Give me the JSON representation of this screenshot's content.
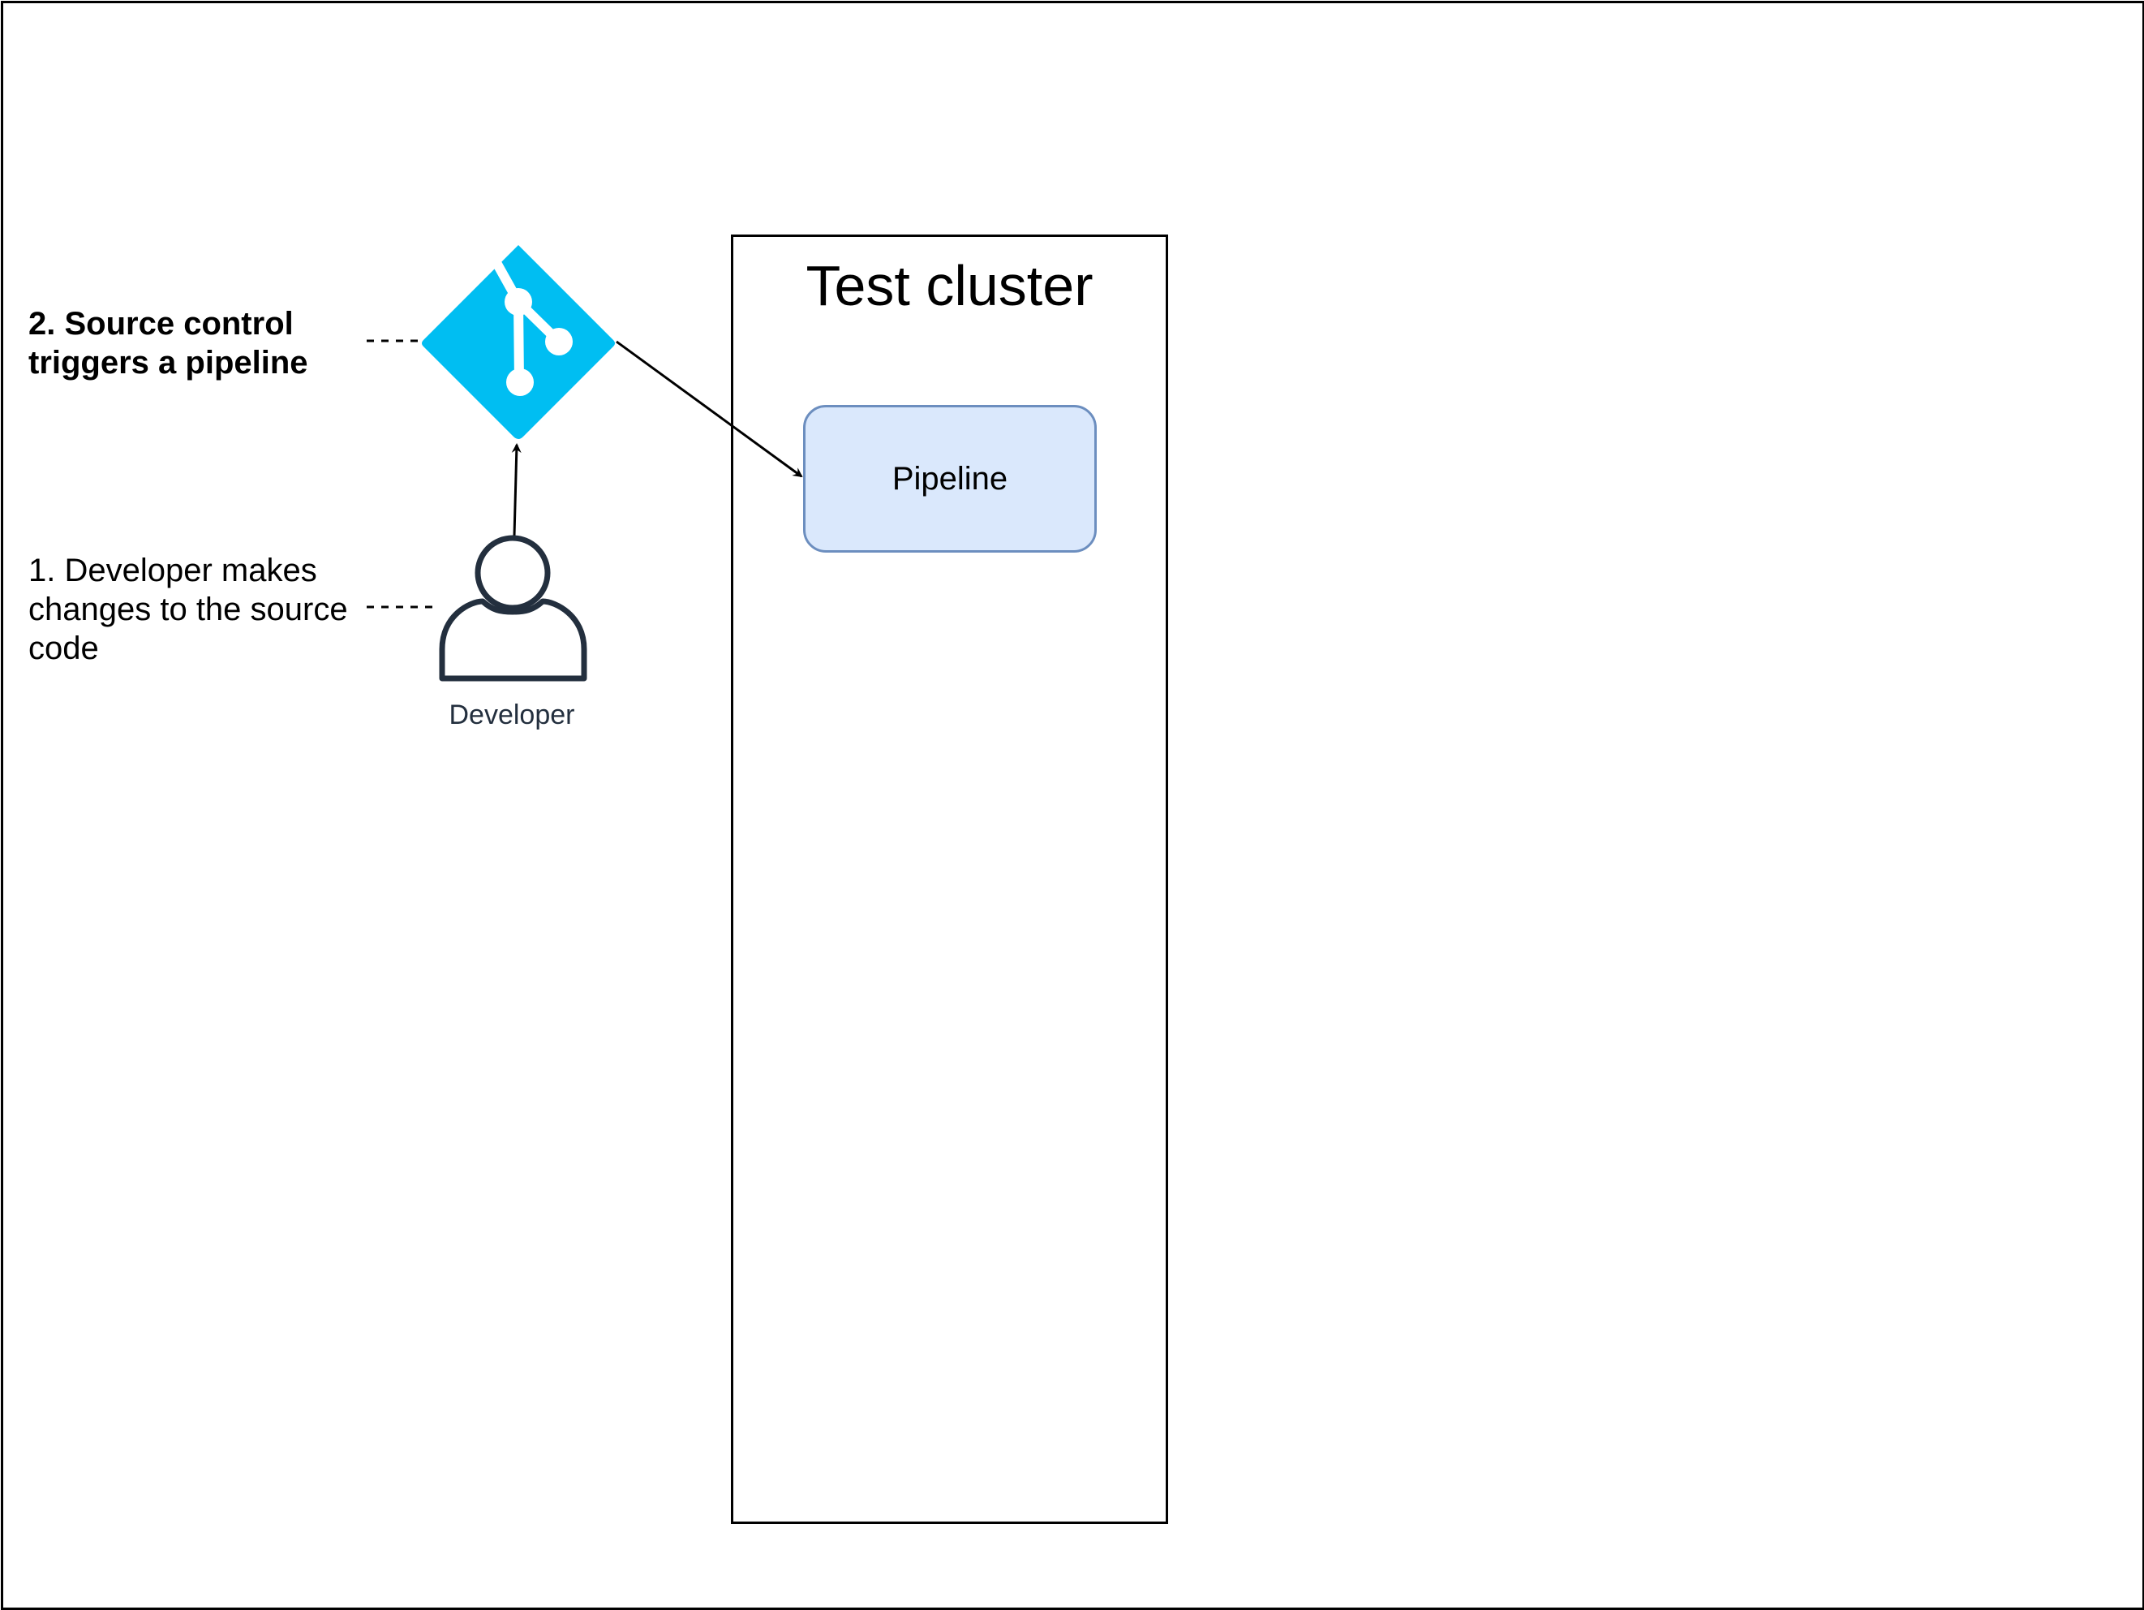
{
  "diagram": {
    "cluster": {
      "title": "Test cluster"
    },
    "pipeline": {
      "label": "Pipeline"
    },
    "developer": {
      "label": "Developer"
    },
    "steps": {
      "step1": [
        "1. Developer makes",
        "changes to the source",
        "code"
      ],
      "step2": [
        "2. Source control",
        "triggers a pipeline"
      ]
    },
    "colors": {
      "git_icon": "#00bef2",
      "developer_icon": "#232f3e",
      "pipeline_fill": "#dae8fc",
      "pipeline_border": "#6c8ebf"
    },
    "icons": {
      "source_control": "git-icon",
      "developer": "user-icon"
    }
  }
}
